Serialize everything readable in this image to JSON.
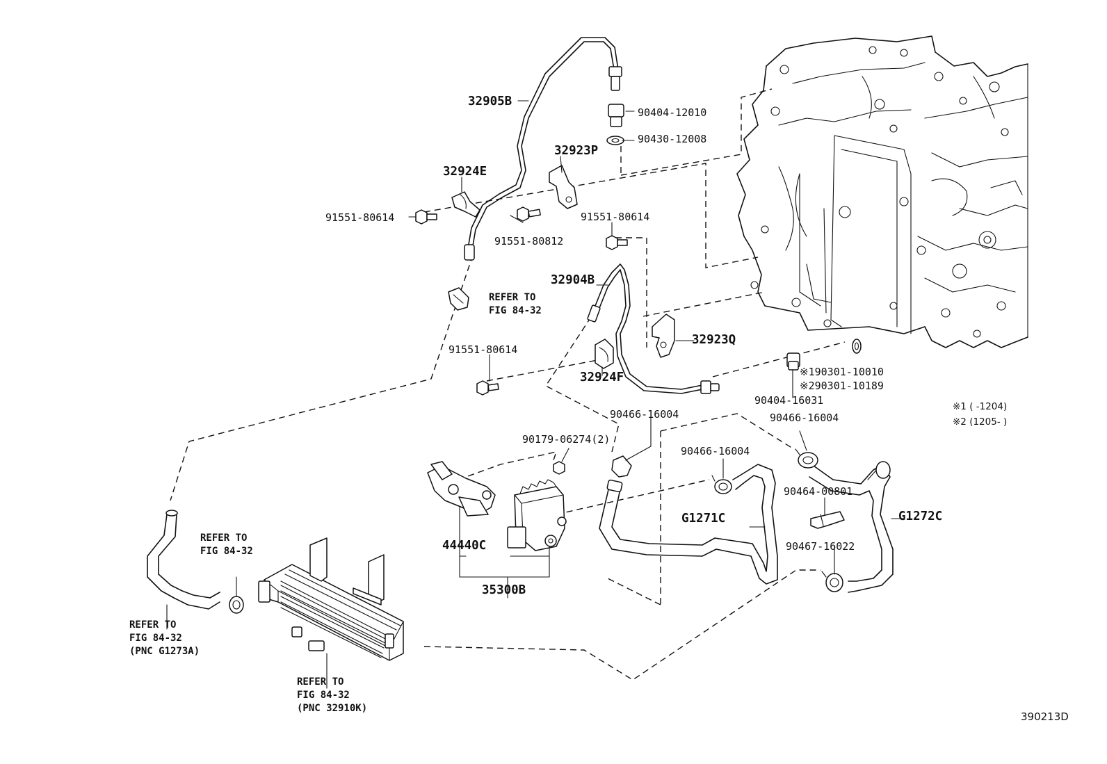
{
  "labels": {
    "p32905B": "32905B",
    "p90404_12010": "90404-12010",
    "p90430_12008": "90430-12008",
    "p32923P": "32923P",
    "p32924E": "32924E",
    "p91551_80614_a": "91551-80614",
    "p91551_80812": "91551-80812",
    "p91551_80614_b": "91551-80614",
    "p32904B": "32904B",
    "p32923Q": "32923Q",
    "p91551_80614_c": "91551-80614",
    "p32924F": "32924F",
    "p190301": "※190301-10010",
    "p290301": "※290301-10189",
    "p90404_16031": "90404-16031",
    "p90466_16004_a": "90466-16004",
    "p90466_16004_b": "90466-16004",
    "p90466_16004_c": "90466-16004",
    "p90179": "90179-06274(2)",
    "p90464": "90464-00801",
    "pG1271C": "G1271C",
    "pG1272C": "G1272C",
    "p44440C": "44440C",
    "p35300B": "35300B",
    "p90467": "90467-16022"
  },
  "refers": {
    "r1_l1": "REFER TO",
    "r1_l2": "FIG 84-32",
    "r2_l1": "REFER TO",
    "r2_l2": "FIG 84-32",
    "r3_l1": "REFER TO",
    "r3_l2": "FIG 84-32",
    "r3_l3": "(PNC G1273A)",
    "r4_l1": "REFER TO",
    "r4_l2": "FIG 84-32",
    "r4_l3": "(PNC 32910K)"
  },
  "notes": {
    "n1": "※1 (      -1204)",
    "n2": "※2 (1205-      )"
  },
  "figure_code": "390213D"
}
